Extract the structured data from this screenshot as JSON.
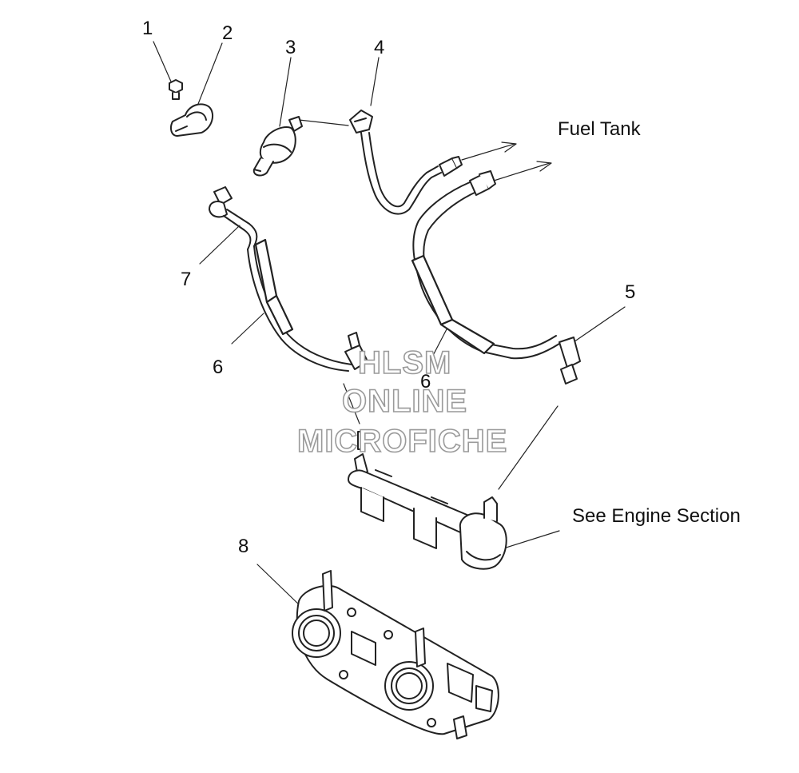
{
  "diagram": {
    "callouts": {
      "c1": "1",
      "c2": "2",
      "c3": "3",
      "c4": "4",
      "c5": "5",
      "c6a": "6",
      "c6b": "6",
      "c7": "7",
      "c8": "8"
    },
    "notes": {
      "fuel_tank": "Fuel Tank",
      "engine": "See Engine Section"
    },
    "watermark": {
      "line1": "HLSM",
      "line2": "ONLINE",
      "line3": "MICROFICHE"
    },
    "colors": {
      "line": "#222222",
      "watermark_outline": "#9a9a9a"
    }
  }
}
